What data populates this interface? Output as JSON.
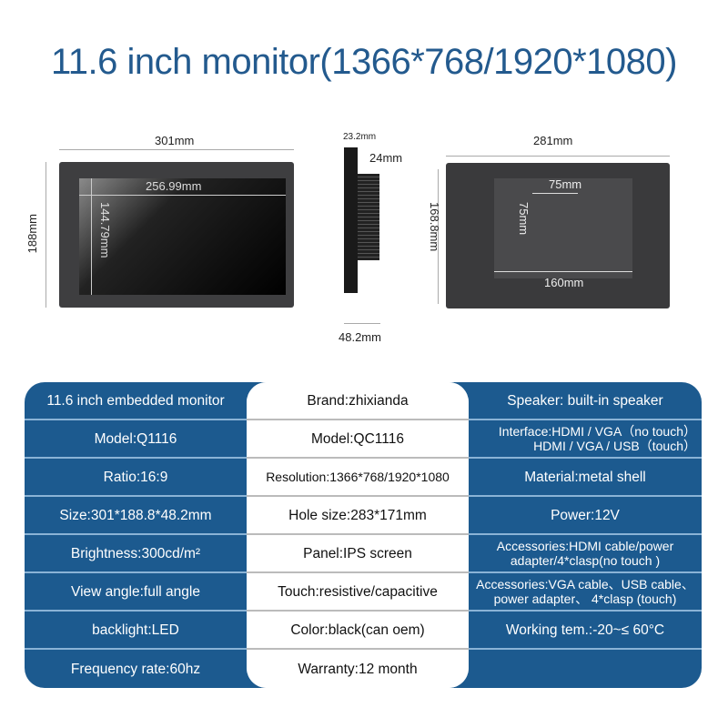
{
  "title": "11.6 inch monitor(1366*768/1920*1080)",
  "diagram": {
    "front_width": "301mm",
    "front_height": "188mm",
    "screen_width": "256.99mm",
    "screen_height": "144.79mm",
    "side_top": "23.2mm",
    "side_mid": "24mm",
    "side_depth": "48.2mm",
    "back_width": "281mm",
    "back_height": "168.8mm",
    "vesa_h": "75mm",
    "vesa_v": "75mm",
    "back_bottom": "160mm"
  },
  "table": {
    "left": [
      "11.6 inch embedded monitor",
      "Model:Q1116",
      "Ratio:16:9",
      "Size:301*188.8*48.2mm",
      "Brightness:300cd/m²",
      "View angle:full angle",
      "backlight:LED",
      "Frequency rate:60hz"
    ],
    "middle": [
      "Brand:zhixianda",
      "Model:QC1116",
      "Resolution:1366*768/1920*1080",
      "Hole size:283*171mm",
      "Panel:IPS screen",
      "Touch:resistive/capacitive",
      "Color:black(can oem)",
      "Warranty:12 month"
    ],
    "right": [
      "Speaker: built-in speaker",
      "Interface:HDMI / VGA（no touch）\nHDMI / VGA / USB（touch）",
      "Material:metal shell",
      "Power:12V",
      "Accessories:HDMI cable/power adapter/4*clasp(no touch )",
      "Accessories:VGA cable、USB cable、power adapter、 4*clasp (touch)",
      "Working tem.:-20~≤ 60°C",
      ""
    ]
  }
}
